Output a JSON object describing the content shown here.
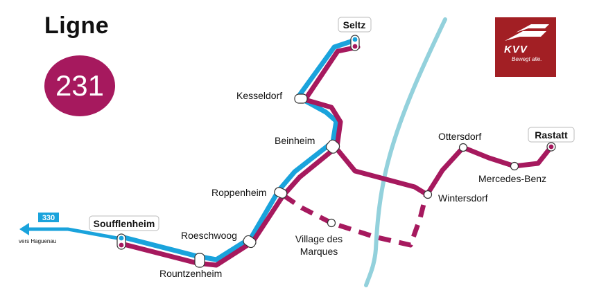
{
  "header": {
    "ligne": "Ligne",
    "line_number": "231"
  },
  "logo": {
    "name": "KVV",
    "slogan": "Bewegt alle."
  },
  "connection": {
    "line": "330",
    "direction": "vers Haguenau"
  },
  "stations": {
    "seltz": "Seltz",
    "kesseldorf": "Kesseldorf",
    "beinheim": "Beinheim",
    "roppenheim": "Roppenheim",
    "roeschwoog": "Roeschwoog",
    "rountzenheim": "Rountzenheim",
    "soufflenheim": "Soufflenheim",
    "village_des_marques_1": "Village des",
    "village_des_marques_2": "Marques",
    "wintersdorf": "Wintersdorf",
    "ottersdorf": "Ottersdorf",
    "mercedes_benz": "Mercedes-Benz",
    "rastatt": "Rastatt"
  },
  "colors": {
    "line_primary": "#a6195e",
    "line_secondary": "#1aa3dc",
    "river": "#93d1dc",
    "brand": "#a21f24"
  }
}
